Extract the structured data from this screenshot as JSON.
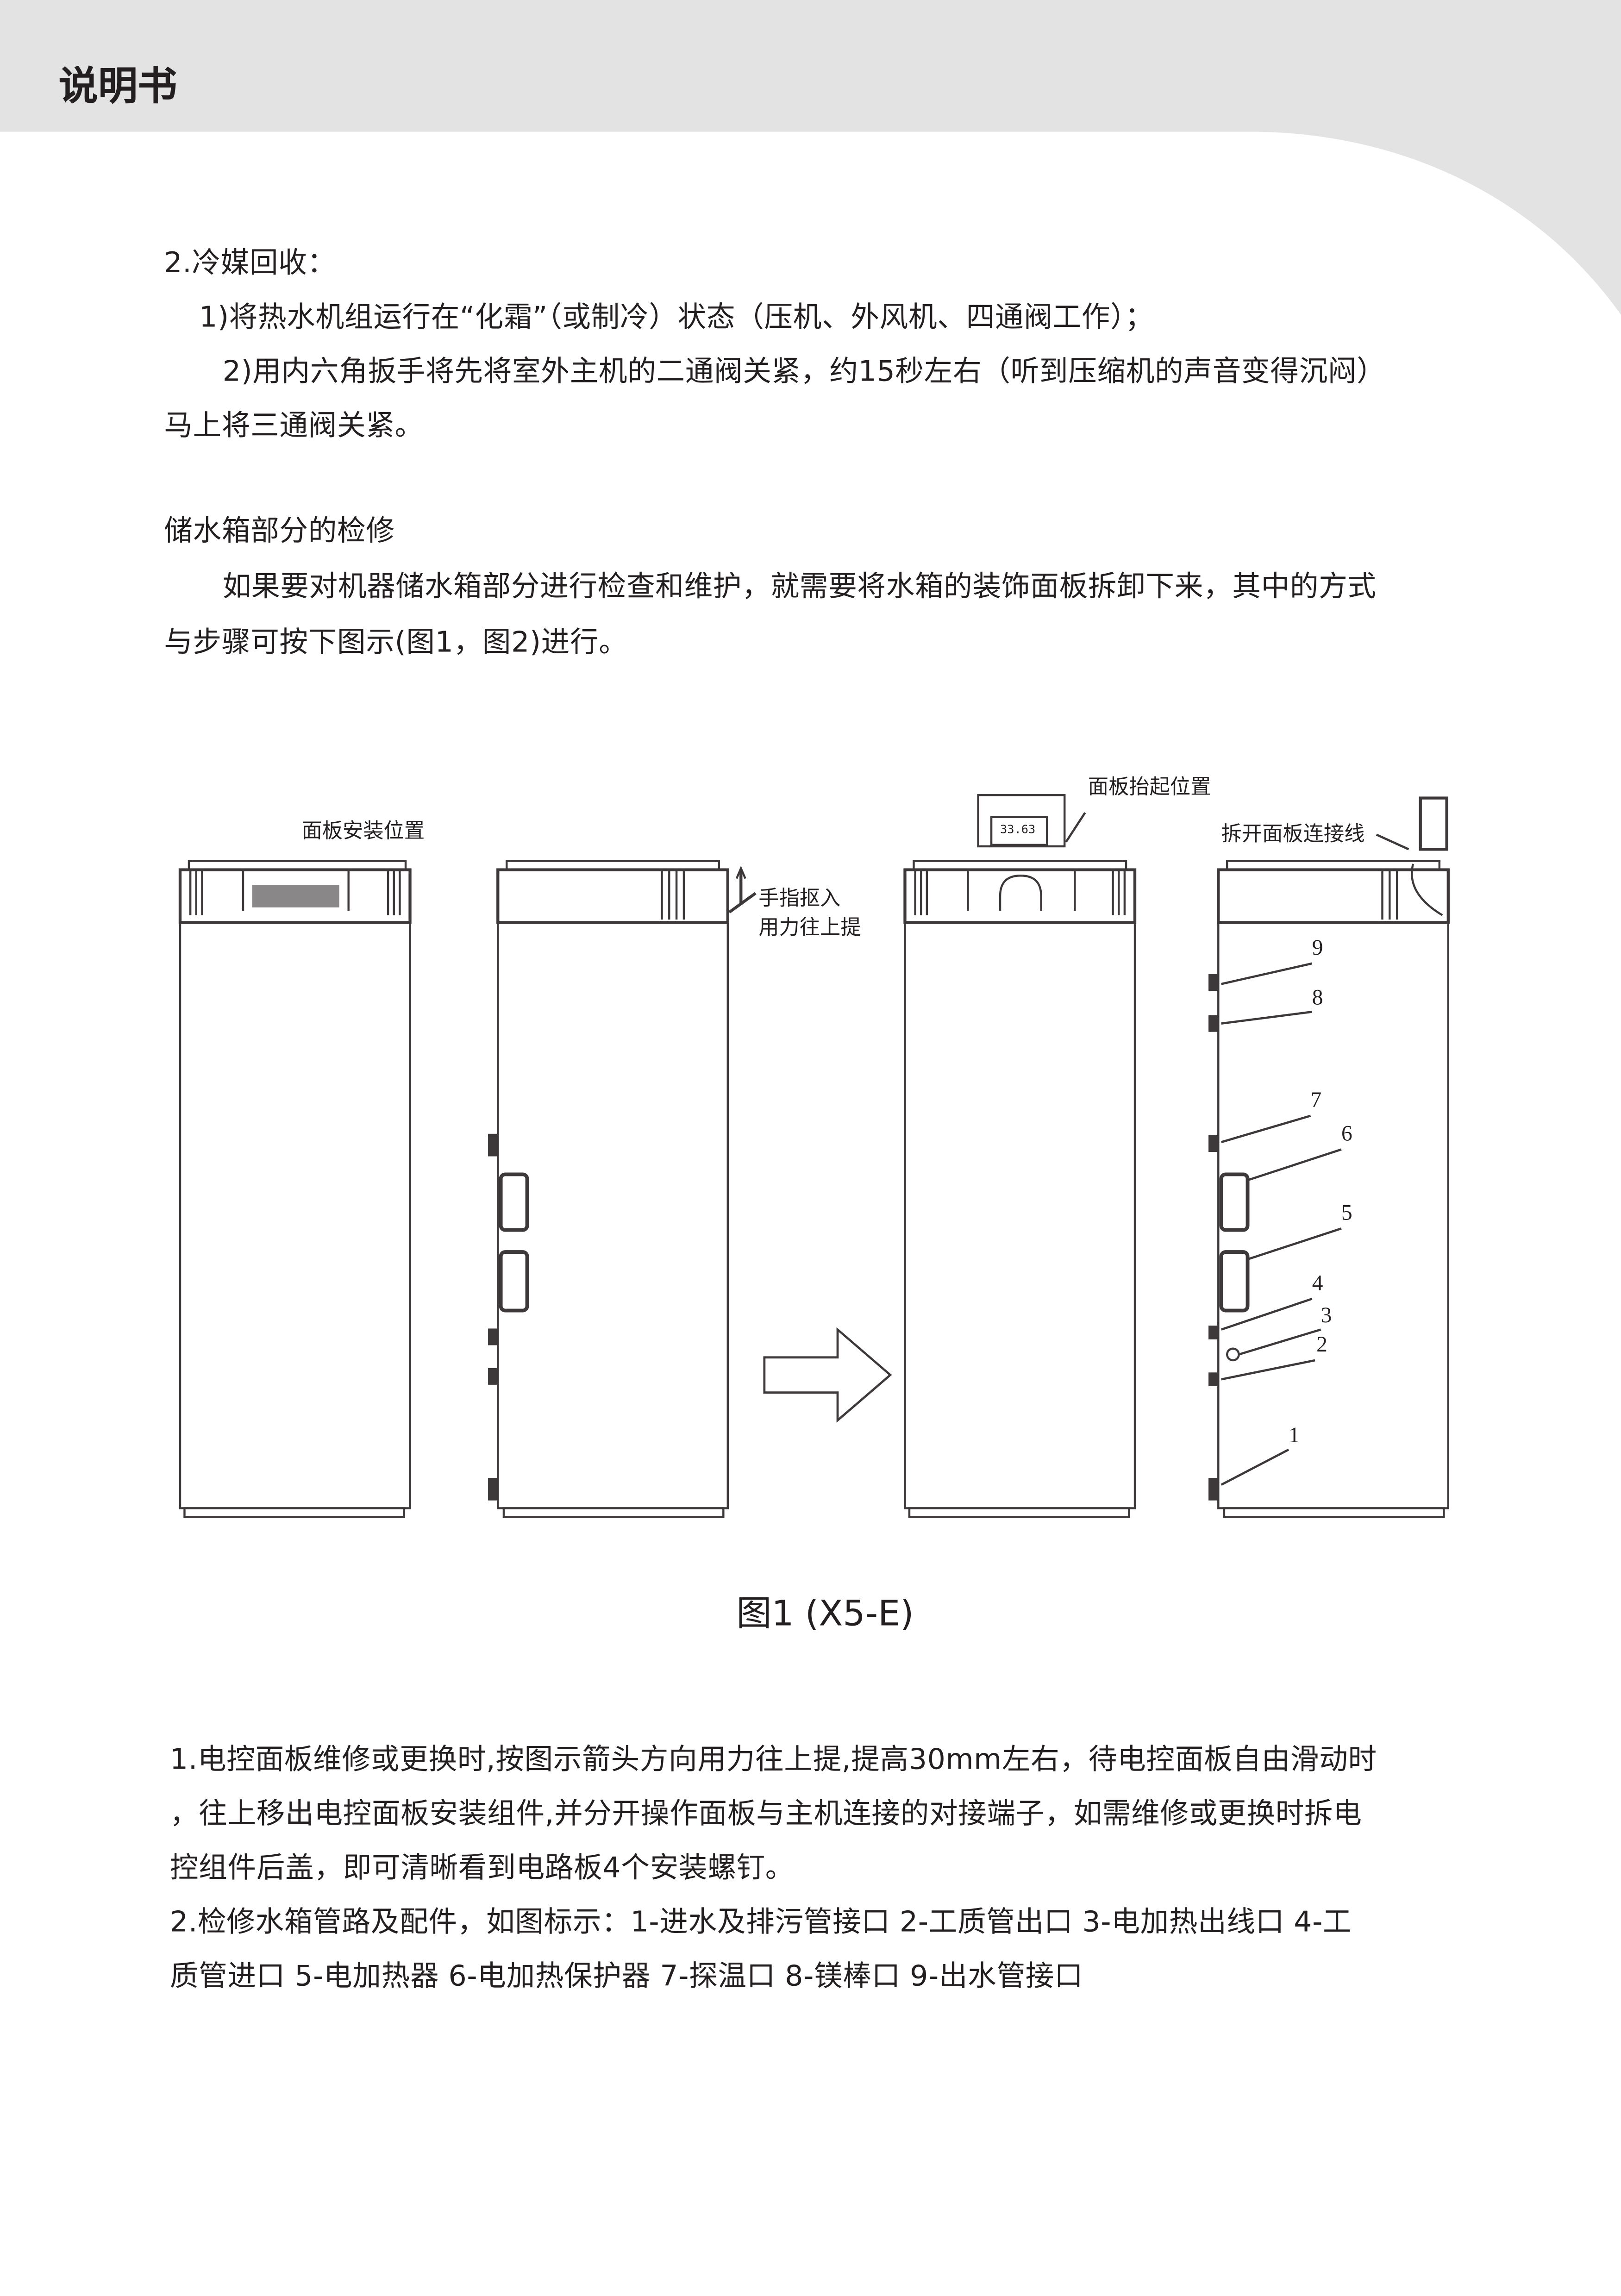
{
  "header": {
    "title": "说明书"
  },
  "section1": {
    "heading": "2.冷媒回收：",
    "lines": [
      "1)将热水机组运行在“化霜”（或制冷）状态（压机、外风机、四通阀工作）；",
      "2)用内六角扳手将先将室外主机的二通阀关紧，约15秒左右（听到压缩机的声音变得沉闷）",
      "马上将三通阀关紧。"
    ]
  },
  "section2": {
    "heading": "储水箱部分的检修",
    "lines": [
      "如果要对机器储水箱部分进行检查和维护，就需要将水箱的装饰面板拆卸下来，其中的方式",
      "与步骤可按下图示(图1，图2)进行。"
    ]
  },
  "figure": {
    "labels": {
      "panel_install": "面板安装位置",
      "finger_1": "手指抠入",
      "finger_2": "用力往上提",
      "panel_lift": "面板抬起位置",
      "disconnect": "拆开面板连接线"
    },
    "numbers": [
      "9",
      "8",
      "7",
      "6",
      "5",
      "4",
      "3",
      "2",
      "1"
    ],
    "display_value": "33.63",
    "caption": "图1 (X5-E)"
  },
  "notes": {
    "lines": [
      "1.电控面板维修或更换时,按图示箭头方向用力往上提,提高30mm左右，待电控面板自由滑动时",
      "，往上移出电控面板安装组件,并分开操作面板与主机连接的对接端子，如需维修或更换时拆电",
      "控组件后盖，即可清晰看到电路板4个安装螺钉。",
      "2.检修水箱管路及配件，如图标示：1-进水及排污管接口  2-工质管出口  3-电加热出线口  4-工",
      "质管进口  5-电加热器  6-电加热保护器  7-探温口  8-镁棒口  9-出水管接口"
    ]
  },
  "colors": {
    "header_bg": "#e3e3e4",
    "ink": "#231f20",
    "line": "#3d3839"
  }
}
